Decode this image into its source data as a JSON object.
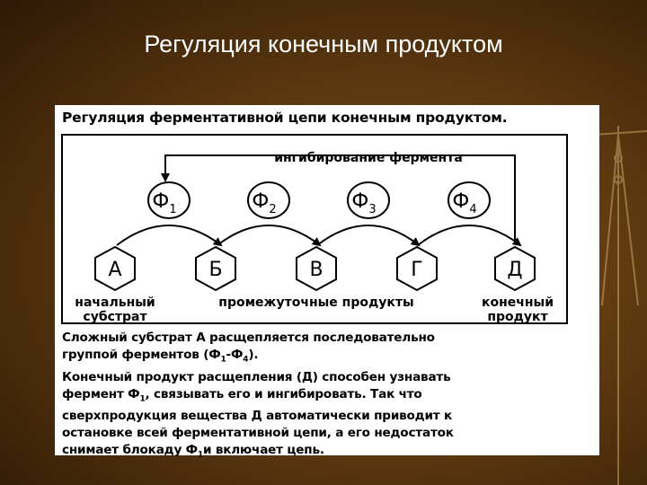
{
  "slide": {
    "title": "Регуляция конечным продуктом"
  },
  "figure": {
    "heading": "Регуляция ферментативной цепи конечным продуктом.",
    "inhibition_label": "ингибирование фермента",
    "enzyme_letter": "Ф",
    "enzymes": [
      "1",
      "2",
      "3",
      "4"
    ],
    "substances": [
      "А",
      "Б",
      "В",
      "Г",
      "Д"
    ],
    "labels": {
      "start_line1": "начальный",
      "start_line2": "субстрат",
      "middle": "промежуточные продукты",
      "end_line1": "конечный",
      "end_line2": "продукт"
    }
  },
  "description": {
    "line1": "Сложный субстрат А расщепляется последовательно",
    "line2_a": "группой ферментов (Ф",
    "line2_b": "1",
    "line2_c": "-Ф",
    "line2_d": "4",
    "line2_e": ").",
    "line3": "Конечный продукт расщепления (Д) способен узнавать",
    "line4_a": "фермент Ф",
    "line4_b": "1",
    "line4_c": ", связывать его и ингибировать. Так что",
    "line5": "сверхпродукция вещества Д автоматически приводит к",
    "line6": "остановке всей ферментативной цепи, а его недостаток",
    "line7_a": "снимает блокаду Ф",
    "line7_b": "1",
    "line7_c": "и включает цепь."
  },
  "colors": {
    "background": "#5e3a10",
    "panel": "#ffffff",
    "ink": "#000000"
  }
}
